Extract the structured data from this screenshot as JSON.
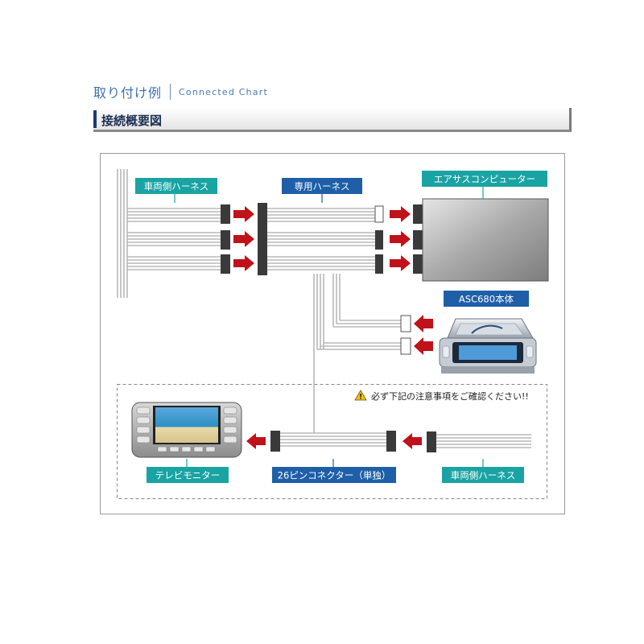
{
  "header": {
    "title_jp": "取り付け例",
    "title_en": "Connected Chart"
  },
  "section": {
    "title": "接続概要図"
  },
  "labels": {
    "vehicle_harness_top": "車両側ハーネス",
    "dedicated_harness": "専用ハーネス",
    "air_suspension_computer": "エアサスコンピューター",
    "asc680_unit": "ASC680本体",
    "tv_monitor": "テレビモニター",
    "pin26_connector": "26ピンコネクター（単独）",
    "vehicle_harness_bottom": "車両側ハーネス"
  },
  "warning": {
    "text": "必ず下記の注意事項をご確認ください!!"
  },
  "colors": {
    "teal_label": "#1aa3a3",
    "blue_label": "#1e5fa8",
    "arrow_red": "#c0121a",
    "wire_gray": "#b8b8b8"
  }
}
